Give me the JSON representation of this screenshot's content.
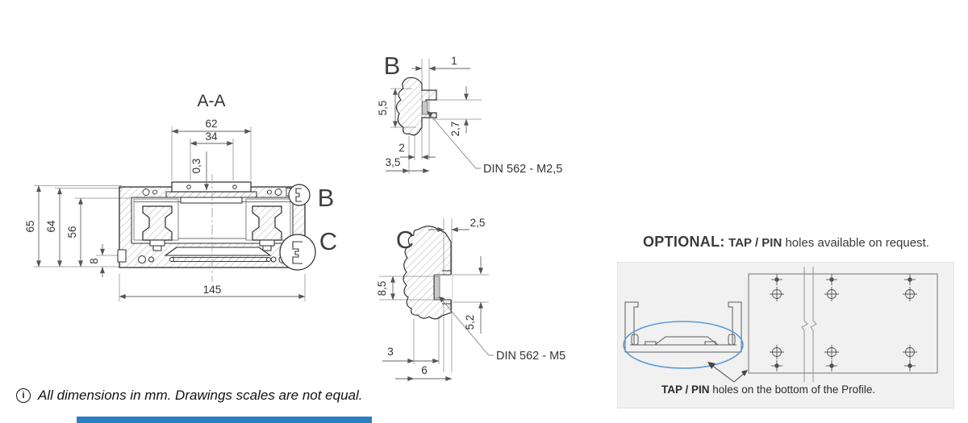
{
  "aa": {
    "title": "A-A",
    "dims": {
      "w62": "62",
      "w34": "34",
      "g03": "0,3",
      "h65": "65",
      "h64": "64",
      "h56": "56",
      "h8": "8",
      "w145": "145"
    },
    "detail_b_letter": "B",
    "detail_c_letter": "C"
  },
  "detail_b": {
    "title": "B",
    "dims": {
      "d1": "1",
      "d55": "5,5",
      "d27": "2,7",
      "d2": "2",
      "d35": "3,5"
    },
    "callout": "DIN 562 - M2,5"
  },
  "detail_c": {
    "title": "C",
    "dims": {
      "d25": "2,5",
      "d85": "8,5",
      "d52": "5,2",
      "d3": "3",
      "d6": "6"
    },
    "callout": "DIN 562 - M5"
  },
  "optional": {
    "heading_strong": "OPTIONAL:",
    "heading_bold": "TAP / PIN",
    "heading_rest": " holes available on request.",
    "caption_bold": "TAP / PIN",
    "caption_rest": " holes on the bottom of the Profile."
  },
  "note": {
    "text": "All dimensions in mm. Drawings scales are not equal.",
    "icon": "i"
  },
  "colors": {
    "highlight_blue": "#5b9bd5",
    "accent_bar": "#2b7fc3",
    "panel_bg": "#f1f1f1"
  }
}
